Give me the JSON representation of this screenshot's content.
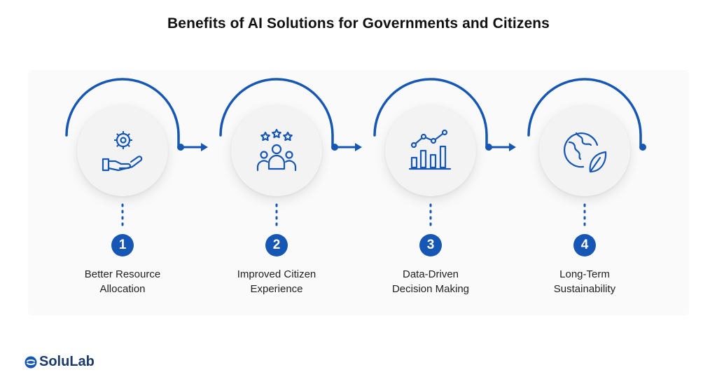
{
  "title": "Benefits of AI Solutions for Governments and Citizens",
  "steps": [
    {
      "number": "1",
      "label_line1": "Better Resource",
      "label_line2": "Allocation",
      "icon": "hand-gear-icon"
    },
    {
      "number": "2",
      "label_line1": "Improved Citizen",
      "label_line2": "Experience",
      "icon": "people-stars-icon"
    },
    {
      "number": "3",
      "label_line1": "Data-Driven",
      "label_line2": "Decision Making",
      "icon": "bar-chart-trend-icon"
    },
    {
      "number": "4",
      "label_line1": "Long-Term",
      "label_line2": "Sustainability",
      "icon": "globe-leaf-icon"
    }
  ],
  "brand": {
    "name": "SoluLab"
  },
  "colors": {
    "accent": "#1657b5",
    "text": "#222222",
    "circle": "#f3f3f3"
  }
}
